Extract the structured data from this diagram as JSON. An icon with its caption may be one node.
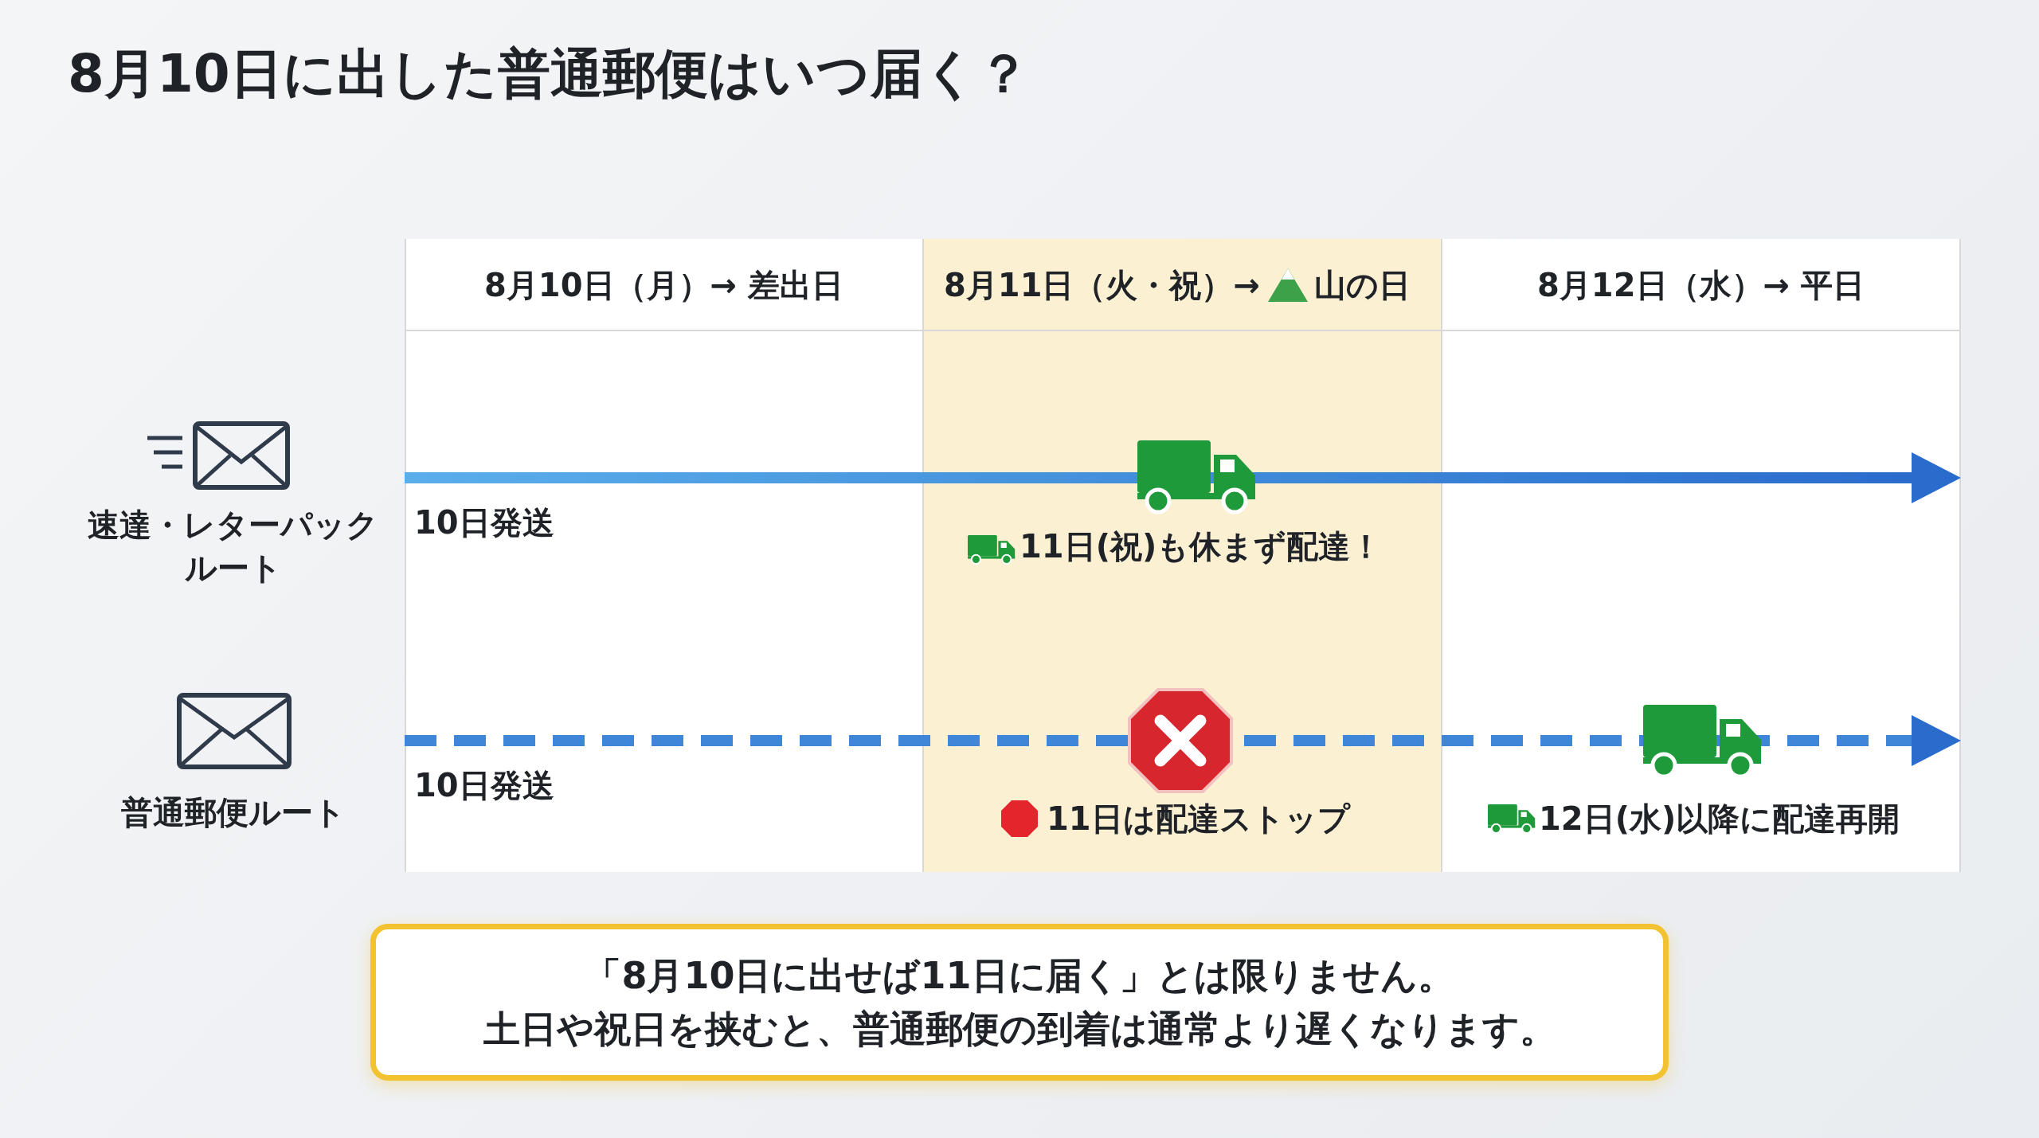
{
  "diagram": {
    "title": "8月10日に出した普通郵便はいつ届く？",
    "nodes": [
      {
        "text": [
          "「8月10日に出せば11日に届く」とは限りません。",
          "土日や祝日を挟むと、普通郵便の到着は通常より遅くなります。"
        ]
      }
    ],
    "labels": [
      "8月10日（月）→ 差出日",
      "8月11日（火・祝）→",
      "山の日",
      "8月12日（水）→ 平日",
      "速達・レターパックルート",
      "10日発送",
      "11日(祝)も休まず配達！",
      "普通郵便ルート",
      "10日発送",
      "11日は配達ストップ",
      "12日(水)以降に配達再開"
    ]
  }
}
